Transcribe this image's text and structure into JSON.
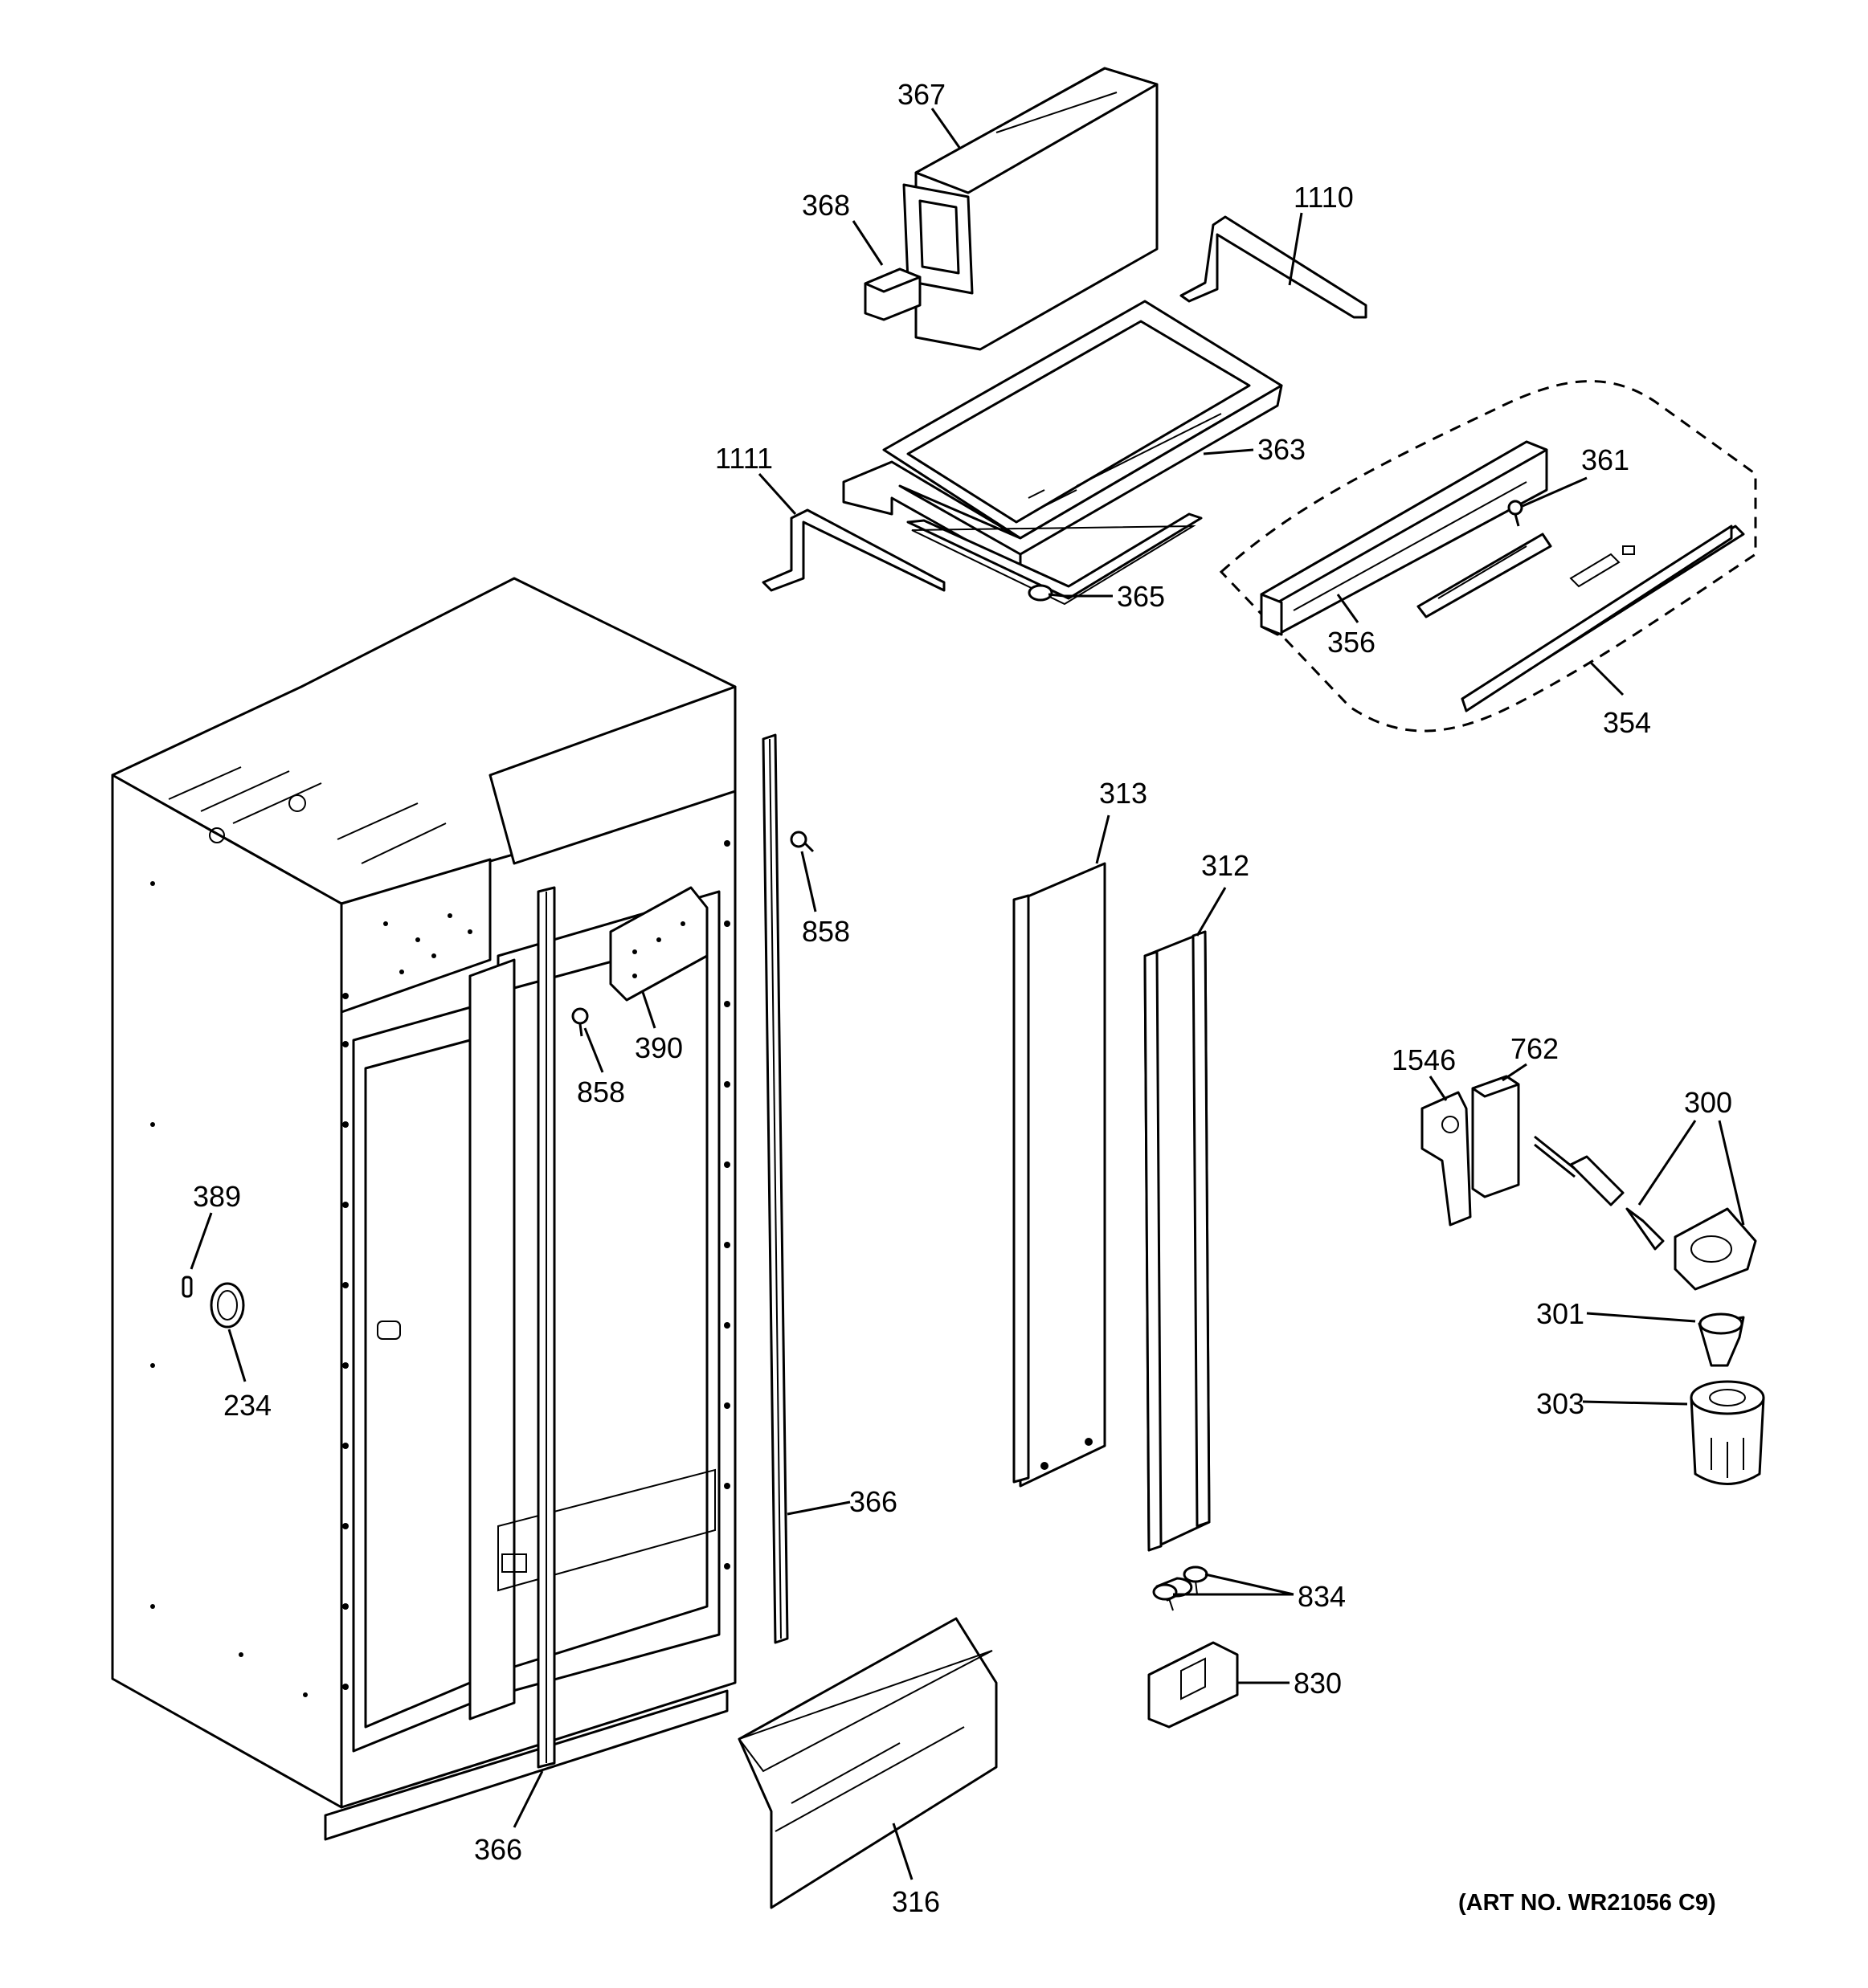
{
  "callouts": {
    "c367": "367",
    "c368": "368",
    "c1110": "1110",
    "c1111": "1111",
    "c363": "363",
    "c365": "365",
    "c361": "361",
    "c356": "356",
    "c354": "354",
    "c313": "313",
    "c312": "312",
    "c858a": "858",
    "c858b": "858",
    "c390": "390",
    "c389": "389",
    "c234": "234",
    "c366a": "366",
    "c366b": "366",
    "c316": "316",
    "c1546": "1546",
    "c762": "762",
    "c300": "300",
    "c301": "301",
    "c303": "303",
    "c834": "834",
    "c830": "830"
  },
  "art_number": "(ART NO. WR21056 C9)"
}
